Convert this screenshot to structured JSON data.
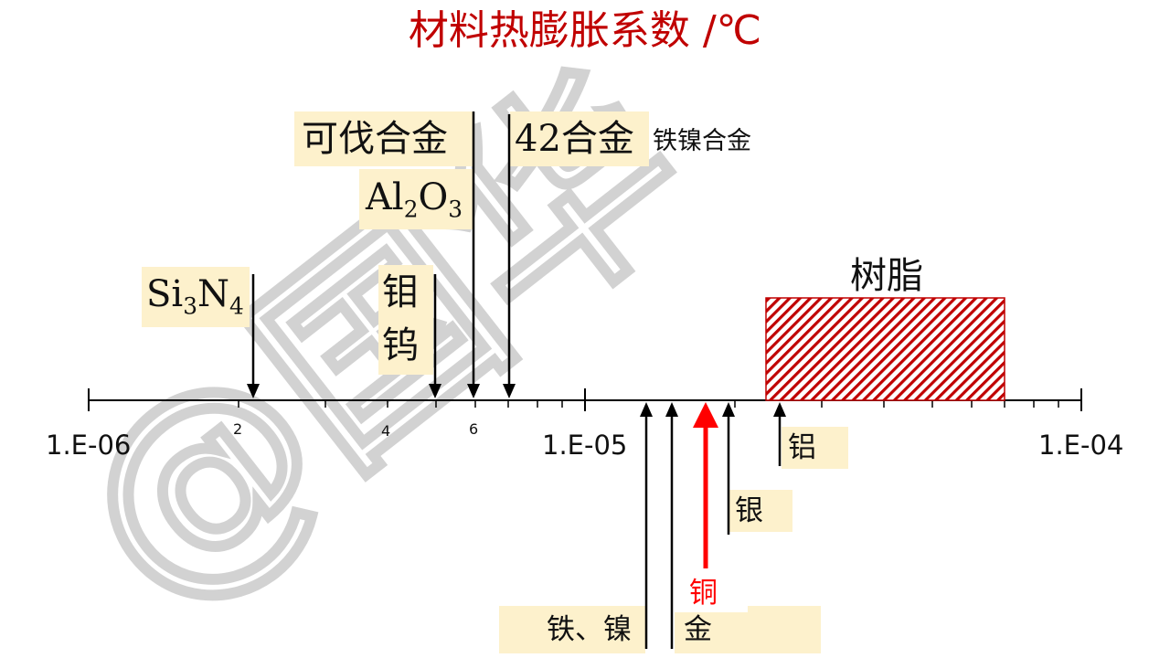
{
  "title": "材料热膨胀系数  /℃",
  "colors": {
    "title": "#c00000",
    "label_bg": "#fdf1cc",
    "copper": "#ff0000",
    "resin_hatch": "#c00000",
    "axis": "#000000",
    "watermark": "#c8c8c8"
  },
  "watermark": "@国华",
  "axis": {
    "major_labels": [
      "1.E-06",
      "1.E-05",
      "1.E-04"
    ],
    "minor_labels": [
      "2",
      "4",
      "6"
    ]
  },
  "materials_above": [
    {
      "id": "si3n4",
      "base": "Si",
      "sub1": "3",
      "mid": "N",
      "sub2": "4"
    },
    {
      "id": "mo",
      "label": "钼"
    },
    {
      "id": "w",
      "label": "钨"
    },
    {
      "id": "kovar",
      "label": "可伐合金"
    },
    {
      "id": "al2o3",
      "base": "Al",
      "sub1": "2",
      "mid": "O",
      "sub2": "3"
    },
    {
      "id": "alloy42",
      "label": "42合金"
    },
    {
      "id": "feni_alloy",
      "label": "铁镍合金"
    }
  ],
  "materials_below": [
    {
      "id": "fe_ni",
      "label": "铁、镍"
    },
    {
      "id": "au",
      "label": "金"
    },
    {
      "id": "cu",
      "label": "铜"
    },
    {
      "id": "ag",
      "label": "银"
    },
    {
      "id": "al",
      "label": "铝"
    }
  ],
  "resin": {
    "label": "树脂"
  }
}
